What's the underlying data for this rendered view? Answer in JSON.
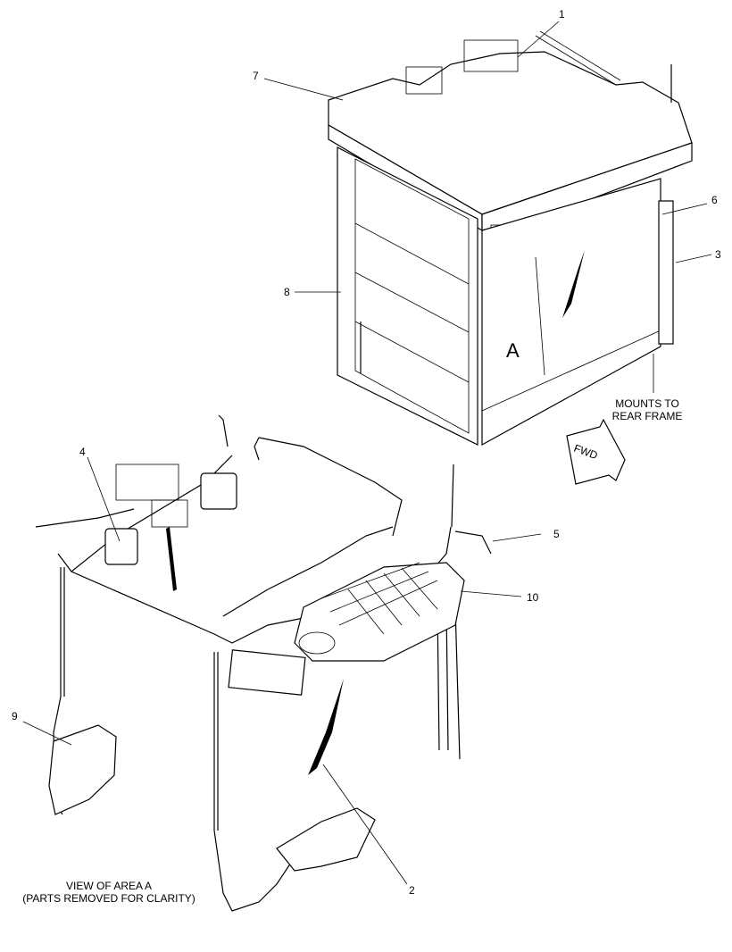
{
  "callouts": [
    "1",
    "2",
    "3",
    "4",
    "5",
    "6",
    "7",
    "8",
    "9",
    "10"
  ],
  "area_label": "A",
  "fwd_label": "FWD",
  "mounts_note": [
    "MOUNTS TO",
    "REAR FRAME"
  ],
  "view_note": [
    "VIEW OF AREA A",
    "(PARTS REMOVED FOR CLARITY)"
  ]
}
